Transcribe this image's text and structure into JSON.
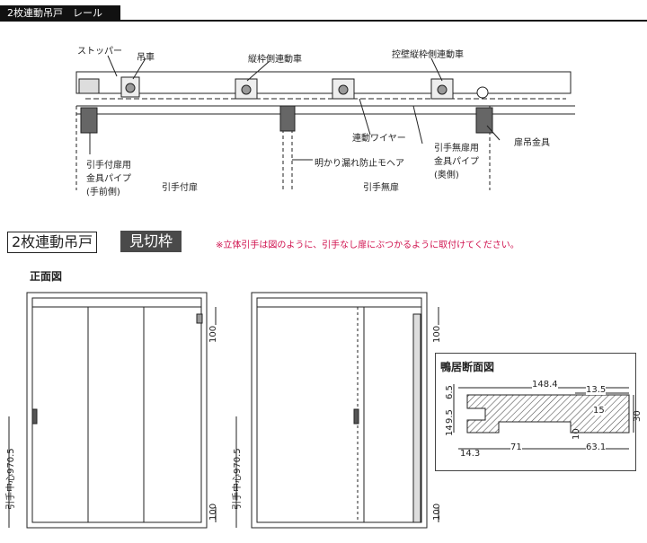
{
  "header": {
    "title": "2枚連動吊戸　レール"
  },
  "rail_labels": {
    "stopper": "ストッパー",
    "hanger_wheel": "吊車",
    "frame_side_wheel": "縦枠側連動車",
    "wall_frame_side_wheel": "控壁縦枠側連動車",
    "wire": "連動ワイヤー",
    "light_leak_mohair": "明かり漏れ防止モヘア",
    "handle_door_pipe": "引手付扉用\n金具パイプ\n(手前側)",
    "handle_door": "引手付扉",
    "no_handle_door_pipe": "引手無扉用\n金具パイプ\n(奥側)",
    "no_handle_door": "引手無扉",
    "door_hanger": "扉吊金具"
  },
  "section": {
    "title": "2枚連動吊戸",
    "tag": "見切枠",
    "note": "※立体引手は図のように、引手なし扉にぶつかるように取付けてください。"
  },
  "front_view": {
    "title": "正面図",
    "dim_top": "100",
    "dim_bottom": "100",
    "dim_handle": "引手中心970.5"
  },
  "cross_section": {
    "title": "鴨居断面図",
    "dims": {
      "width": "148.4",
      "right_top": "13.5",
      "top_left": "6.5",
      "left_a": "9.5",
      "left_b": "14",
      "mid": "10",
      "right_inner": "15",
      "right_height": "30",
      "bottom_left": "14.3",
      "bottom_mid": "71",
      "bottom_right": "63.1"
    }
  }
}
